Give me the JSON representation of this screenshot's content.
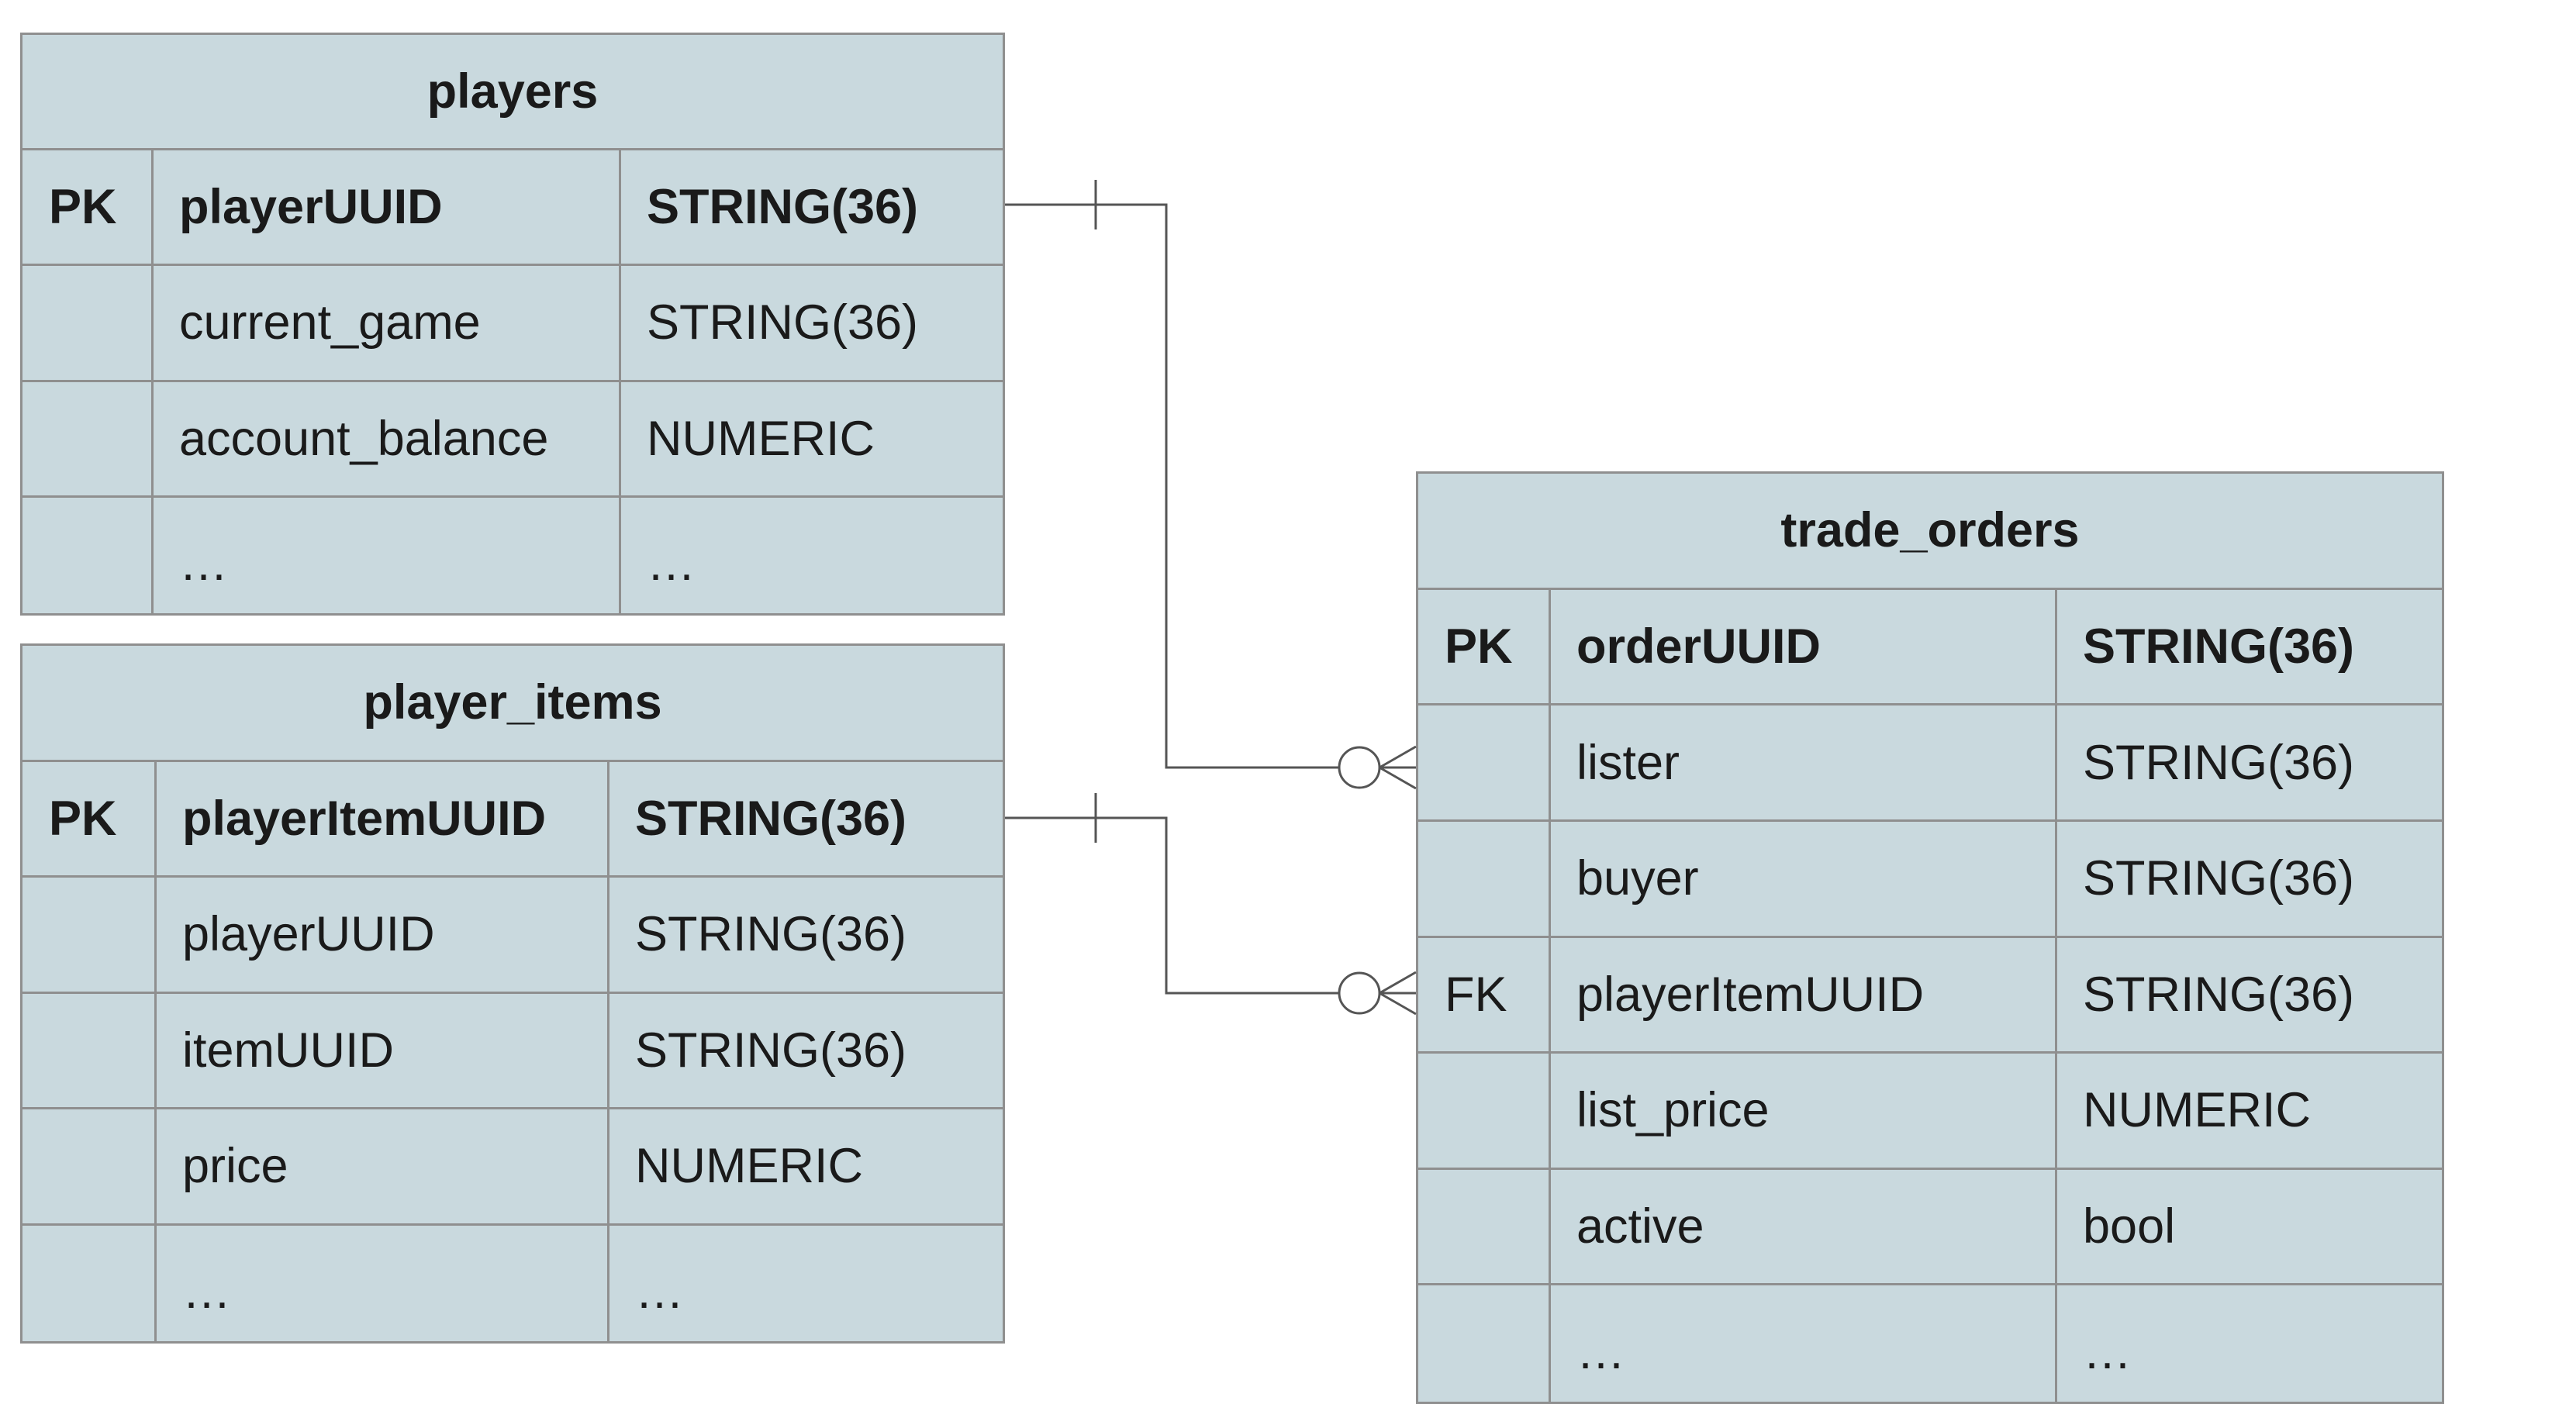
{
  "tables": {
    "players": {
      "title": "players",
      "rows": [
        {
          "key": "PK",
          "name": "playerUUID",
          "type": "STRING(36)"
        },
        {
          "key": "",
          "name": "current_game",
          "type": "STRING(36)"
        },
        {
          "key": "",
          "name": "account_balance",
          "type": "NUMERIC"
        },
        {
          "key": "",
          "name": "…",
          "type": "…"
        }
      ]
    },
    "player_items": {
      "title": "player_items",
      "rows": [
        {
          "key": "PK",
          "name": "playerItemUUID",
          "type": "STRING(36)"
        },
        {
          "key": "",
          "name": "playerUUID",
          "type": "STRING(36)"
        },
        {
          "key": "",
          "name": "itemUUID",
          "type": "STRING(36)"
        },
        {
          "key": "",
          "name": "price",
          "type": "NUMERIC"
        },
        {
          "key": "",
          "name": "…",
          "type": "…"
        }
      ]
    },
    "trade_orders": {
      "title": "trade_orders",
      "rows": [
        {
          "key": "PK",
          "name": "orderUUID",
          "type": "STRING(36)"
        },
        {
          "key": "",
          "name": "lister",
          "type": "STRING(36)"
        },
        {
          "key": "",
          "name": "buyer",
          "type": "STRING(36)"
        },
        {
          "key": "FK",
          "name": "playerItemUUID",
          "type": "STRING(36)"
        },
        {
          "key": "",
          "name": "list_price",
          "type": "NUMERIC"
        },
        {
          "key": "",
          "name": "active",
          "type": "bool"
        },
        {
          "key": "",
          "name": "…",
          "type": "…"
        }
      ]
    }
  },
  "relationships": [
    {
      "from": "players",
      "to": "trade_orders",
      "from_cardinality": "one",
      "to_cardinality": "zero-or-many"
    },
    {
      "from": "player_items",
      "to": "trade_orders",
      "from_cardinality": "one",
      "to_cardinality": "zero-or-many"
    }
  ],
  "colors": {
    "table_fill": "#c9d9de",
    "border": "#8f8f8f",
    "connector": "#555555",
    "text": "#1a1a1a"
  }
}
